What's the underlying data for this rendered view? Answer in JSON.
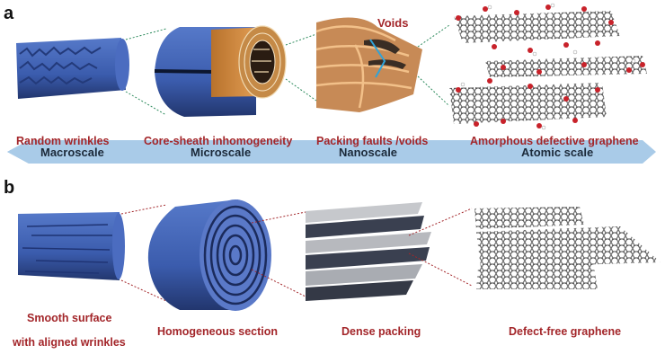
{
  "panel_a": {
    "letter": "a",
    "annotation": "Voids",
    "captions": [
      "Random wrinkles",
      "Core-sheath inhomogeneity",
      "Packing faults /voids",
      "Amorphous defective graphene"
    ]
  },
  "scale_arrow": {
    "labels": [
      "Macroscale",
      "Microscale",
      "Nanoscale",
      "Atomic scale"
    ],
    "color": "#a9cbe8"
  },
  "panel_b": {
    "letter": "b",
    "captions": [
      "Smooth surface",
      "with aligned wrinkles",
      "Homogeneous section",
      "Dense packing",
      "Defect-free graphene"
    ]
  },
  "colors": {
    "caption_red": "#a3262a",
    "fiber_blue": "#3d5fb0",
    "core_orange": "#d08a3c",
    "graphene_gray": "#7a7a7a",
    "oxygen_red": "#c8222a"
  }
}
